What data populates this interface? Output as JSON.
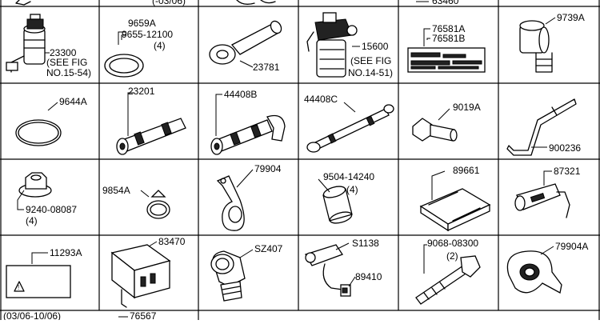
{
  "top_partial": {
    "c1": "(-03/06)",
    "c5": "63460"
  },
  "cells": {
    "r1c1": {
      "part": "23300",
      "note1": "(SEE FIG",
      "note2": "NO.15-54)"
    },
    "r1c2": {
      "part1": "9659A",
      "part2": "9655-12100",
      "qty": "(4)"
    },
    "r1c3": {
      "part": "23781"
    },
    "r1c4": {
      "part": "15600",
      "note1": "(SEE FIG",
      "note2": "NO.14-51)"
    },
    "r1c5": {
      "part1": "76581A",
      "part2": "76581B"
    },
    "r1c6": {
      "part": "9739A"
    },
    "r2c1": {
      "part": "9644A"
    },
    "r2c2": {
      "part": "23201"
    },
    "r2c3": {
      "part": "44408B"
    },
    "r2c4": {
      "part": "44408C"
    },
    "r2c5": {
      "part": "9019A"
    },
    "r2c6": {
      "part": "900236"
    },
    "r3c1": {
      "part": "9240-08087",
      "qty": "(4)"
    },
    "r3c2": {
      "part": "9854A"
    },
    "r3c3": {
      "part": "79904"
    },
    "r3c4": {
      "part": "9504-14240",
      "qty": "(4)"
    },
    "r3c5": {
      "part": "89661"
    },
    "r3c6": {
      "part": "87321"
    },
    "r4c1": {
      "part": "11293A"
    },
    "r4c2": {
      "part": "83470"
    },
    "r4c3": {
      "part": "SZ407"
    },
    "r4c4": {
      "part1": "S1138",
      "part2": "89410"
    },
    "r4c5": {
      "part": "9068-08300",
      "qty": "(2)"
    },
    "r4c6": {
      "part": "79904A"
    }
  },
  "bottom_partial": {
    "c1": "(03/06-10/06)",
    "c2": "76567"
  }
}
